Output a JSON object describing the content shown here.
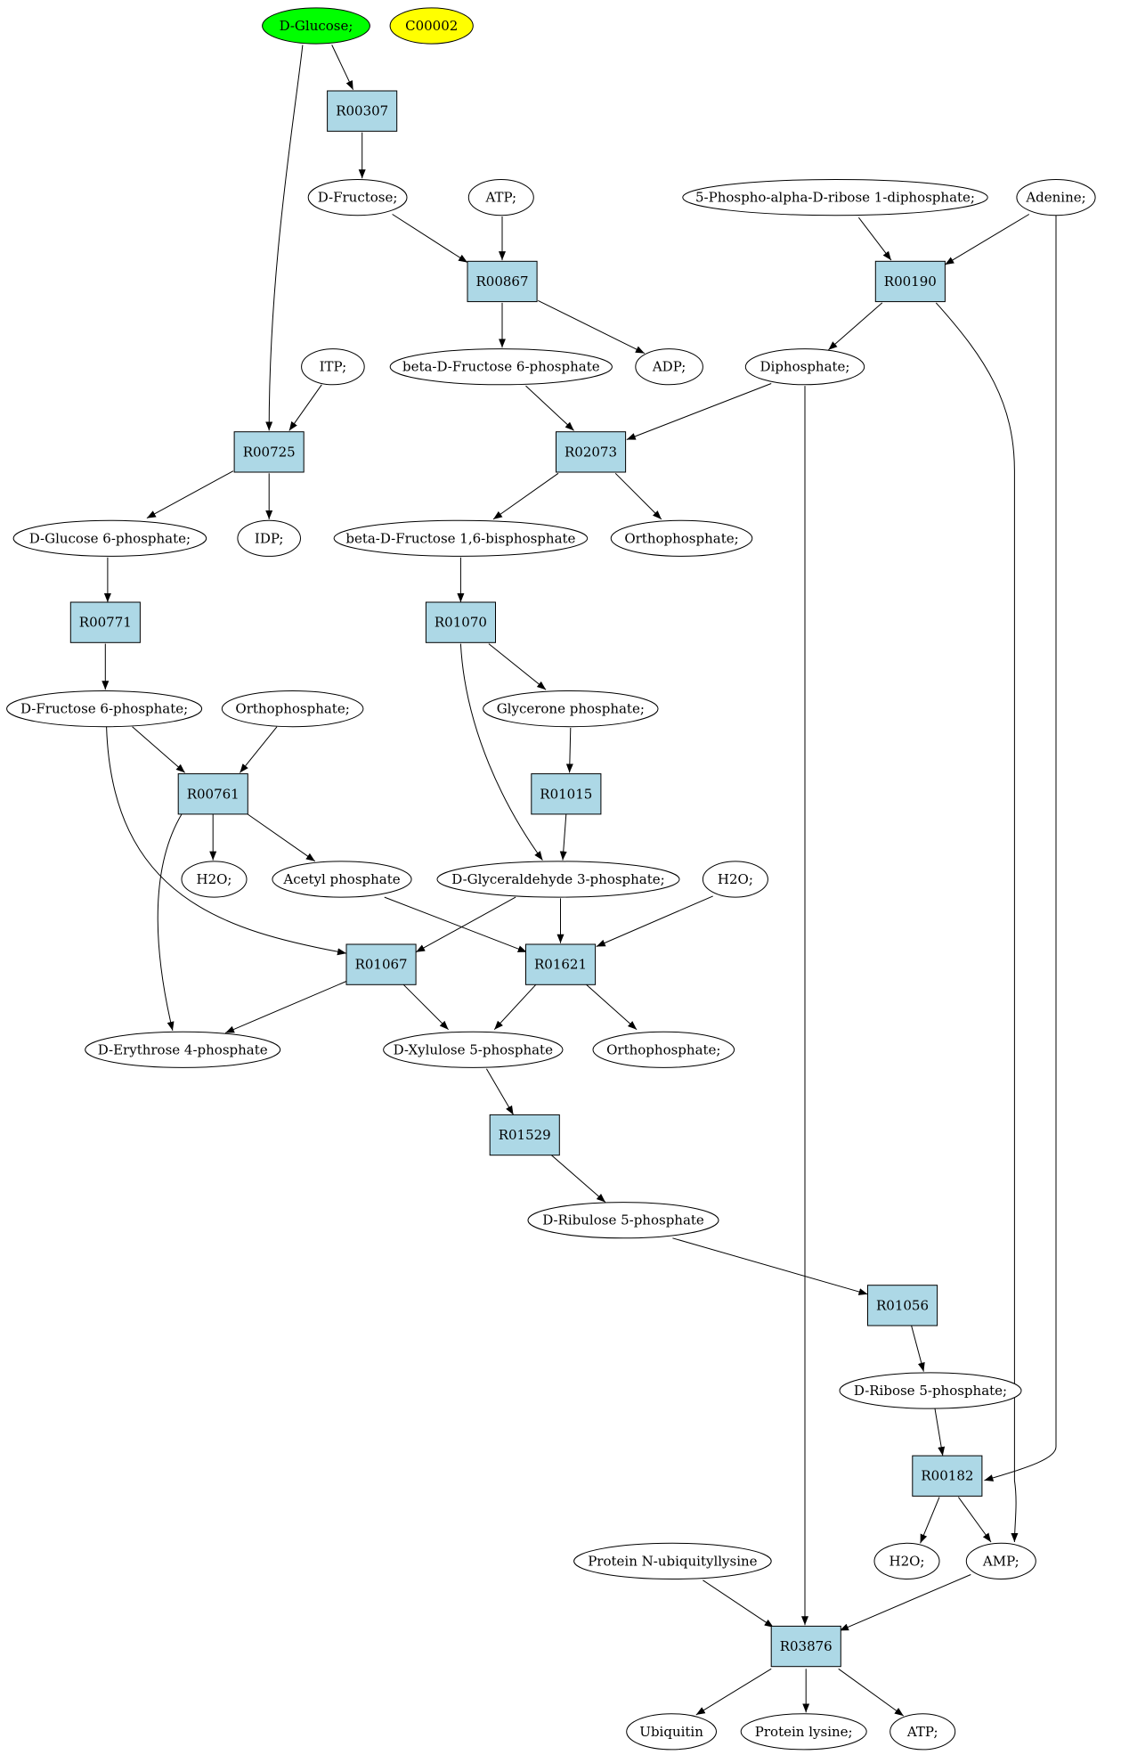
{
  "colors": {
    "background": "#ffffff",
    "reaction_fill": "#add8e6",
    "start_fill": "#00ff00",
    "marker_fill": "#ffff00",
    "compound_fill": "#ffffff",
    "stroke": "#000000"
  },
  "nodes": [
    {
      "id": "n_dglucose",
      "kind": "compound",
      "label": "D-Glucose;",
      "fill": "#00ff00"
    },
    {
      "id": "n_c00002",
      "kind": "compound",
      "label": "C00002",
      "fill": "#ffff00"
    },
    {
      "id": "n_r00307",
      "kind": "reaction",
      "label": "R00307"
    },
    {
      "id": "n_dfructose",
      "kind": "compound",
      "label": "D-Fructose;"
    },
    {
      "id": "n_atp1",
      "kind": "compound",
      "label": "ATP;"
    },
    {
      "id": "n_prpp",
      "kind": "compound",
      "label": "5-Phospho-alpha-D-ribose 1-diphosphate;"
    },
    {
      "id": "n_adenine",
      "kind": "compound",
      "label": "Adenine;"
    },
    {
      "id": "n_r00867",
      "kind": "reaction",
      "label": "R00867"
    },
    {
      "id": "n_r00190",
      "kind": "reaction",
      "label": "R00190"
    },
    {
      "id": "n_itp",
      "kind": "compound",
      "label": "ITP;"
    },
    {
      "id": "n_bdf6p",
      "kind": "compound",
      "label": "beta-D-Fructose 6-phosphate"
    },
    {
      "id": "n_adp",
      "kind": "compound",
      "label": "ADP;"
    },
    {
      "id": "n_diphosphate",
      "kind": "compound",
      "label": "Diphosphate;"
    },
    {
      "id": "n_r00725",
      "kind": "reaction",
      "label": "R00725"
    },
    {
      "id": "n_r02073",
      "kind": "reaction",
      "label": "R02073"
    },
    {
      "id": "n_dg6p",
      "kind": "compound",
      "label": "D-Glucose 6-phosphate;"
    },
    {
      "id": "n_idp",
      "kind": "compound",
      "label": "IDP;"
    },
    {
      "id": "n_bdf16bp",
      "kind": "compound",
      "label": "beta-D-Fructose 1,6-bisphosphate"
    },
    {
      "id": "n_orthophosphate1",
      "kind": "compound",
      "label": "Orthophosphate;"
    },
    {
      "id": "n_r00771",
      "kind": "reaction",
      "label": "R00771"
    },
    {
      "id": "n_r01070",
      "kind": "reaction",
      "label": "R01070"
    },
    {
      "id": "n_df6p",
      "kind": "compound",
      "label": "D-Fructose 6-phosphate;"
    },
    {
      "id": "n_orthophosphate2",
      "kind": "compound",
      "label": "Orthophosphate;"
    },
    {
      "id": "n_glycerone",
      "kind": "compound",
      "label": "Glycerone phosphate;"
    },
    {
      "id": "n_r00761",
      "kind": "reaction",
      "label": "R00761"
    },
    {
      "id": "n_r01015",
      "kind": "reaction",
      "label": "R01015"
    },
    {
      "id": "n_h2o1",
      "kind": "compound",
      "label": "H2O;"
    },
    {
      "id": "n_acetylp",
      "kind": "compound",
      "label": "Acetyl phosphate"
    },
    {
      "id": "n_dg3p",
      "kind": "compound",
      "label": "D-Glyceraldehyde 3-phosphate;"
    },
    {
      "id": "n_h2o2",
      "kind": "compound",
      "label": "H2O;"
    },
    {
      "id": "n_r01067",
      "kind": "reaction",
      "label": "R01067"
    },
    {
      "id": "n_r01621",
      "kind": "reaction",
      "label": "R01621"
    },
    {
      "id": "n_de4p",
      "kind": "compound",
      "label": "D-Erythrose 4-phosphate"
    },
    {
      "id": "n_dx5p",
      "kind": "compound",
      "label": "D-Xylulose 5-phosphate"
    },
    {
      "id": "n_orthophosphate3",
      "kind": "compound",
      "label": "Orthophosphate;"
    },
    {
      "id": "n_r01529",
      "kind": "reaction",
      "label": "R01529"
    },
    {
      "id": "n_dribu5p",
      "kind": "compound",
      "label": "D-Ribulose 5-phosphate"
    },
    {
      "id": "n_r01056",
      "kind": "reaction",
      "label": "R01056"
    },
    {
      "id": "n_dr5p",
      "kind": "compound",
      "label": "D-Ribose 5-phosphate;"
    },
    {
      "id": "n_r00182",
      "kind": "reaction",
      "label": "R00182"
    },
    {
      "id": "n_protnub",
      "kind": "compound",
      "label": "Protein N-ubiquityllysine"
    },
    {
      "id": "n_h2o3",
      "kind": "compound",
      "label": "H2O;"
    },
    {
      "id": "n_amp",
      "kind": "compound",
      "label": "AMP;"
    },
    {
      "id": "n_r03876",
      "kind": "reaction",
      "label": "R03876"
    },
    {
      "id": "n_ubiquitin",
      "kind": "compound",
      "label": "Ubiquitin"
    },
    {
      "id": "n_protlys",
      "kind": "compound",
      "label": "Protein lysine;"
    },
    {
      "id": "n_atp2",
      "kind": "compound",
      "label": "ATP;"
    }
  ],
  "edges": [
    {
      "from": "D-Glucose;",
      "to": "R00307"
    },
    {
      "from": "D-Glucose;",
      "to": "R00725"
    },
    {
      "from": "R00307",
      "to": "D-Fructose;"
    },
    {
      "from": "D-Fructose;",
      "to": "R00867"
    },
    {
      "from": "ATP;",
      "to": "R00867"
    },
    {
      "from": "R00867",
      "to": "beta-D-Fructose 6-phosphate"
    },
    {
      "from": "R00867",
      "to": "ADP;"
    },
    {
      "from": "5-Phospho-alpha-D-ribose 1-diphosphate;",
      "to": "R00190"
    },
    {
      "from": "Adenine;",
      "to": "R00190"
    },
    {
      "from": "Adenine;",
      "to": "R00182"
    },
    {
      "from": "R00190",
      "to": "Diphosphate;"
    },
    {
      "from": "R00190",
      "to": "AMP;"
    },
    {
      "from": "Diphosphate;",
      "to": "R02073"
    },
    {
      "from": "Diphosphate;",
      "to": "R03876"
    },
    {
      "from": "ITP;",
      "to": "R00725"
    },
    {
      "from": "R00725",
      "to": "D-Glucose 6-phosphate;"
    },
    {
      "from": "R00725",
      "to": "IDP;"
    },
    {
      "from": "beta-D-Fructose 6-phosphate",
      "to": "R02073"
    },
    {
      "from": "R02073",
      "to": "beta-D-Fructose 1,6-bisphosphate"
    },
    {
      "from": "R02073",
      "to": "Orthophosphate;"
    },
    {
      "from": "D-Glucose 6-phosphate;",
      "to": "R00771"
    },
    {
      "from": "R00771",
      "to": "D-Fructose 6-phosphate;"
    },
    {
      "from": "beta-D-Fructose 1,6-bisphosphate",
      "to": "R01070"
    },
    {
      "from": "R01070",
      "to": "Glycerone phosphate;"
    },
    {
      "from": "R01070",
      "to": "D-Glyceraldehyde 3-phosphate;"
    },
    {
      "from": "D-Fructose 6-phosphate;",
      "to": "R00761"
    },
    {
      "from": "D-Fructose 6-phosphate;",
      "to": "R01067"
    },
    {
      "from": "Orthophosphate;",
      "to": "R00761"
    },
    {
      "from": "Glycerone phosphate;",
      "to": "R01015"
    },
    {
      "from": "R01015",
      "to": "D-Glyceraldehyde 3-phosphate;"
    },
    {
      "from": "R00761",
      "to": "H2O;"
    },
    {
      "from": "R00761",
      "to": "Acetyl phosphate"
    },
    {
      "from": "R00761",
      "to": "D-Erythrose 4-phosphate"
    },
    {
      "from": "Acetyl phosphate",
      "to": "R01621"
    },
    {
      "from": "D-Glyceraldehyde 3-phosphate;",
      "to": "R01067"
    },
    {
      "from": "D-Glyceraldehyde 3-phosphate;",
      "to": "R01621"
    },
    {
      "from": "H2O;",
      "to": "R01621"
    },
    {
      "from": "R01067",
      "to": "D-Erythrose 4-phosphate"
    },
    {
      "from": "R01067",
      "to": "D-Xylulose 5-phosphate"
    },
    {
      "from": "R01621",
      "to": "D-Xylulose 5-phosphate"
    },
    {
      "from": "R01621",
      "to": "Orthophosphate;"
    },
    {
      "from": "D-Xylulose 5-phosphate",
      "to": "R01529"
    },
    {
      "from": "R01529",
      "to": "D-Ribulose 5-phosphate"
    },
    {
      "from": "D-Ribulose 5-phosphate",
      "to": "R01056"
    },
    {
      "from": "R01056",
      "to": "D-Ribose 5-phosphate;"
    },
    {
      "from": "D-Ribose 5-phosphate;",
      "to": "R00182"
    },
    {
      "from": "R00182",
      "to": "H2O;"
    },
    {
      "from": "R00182",
      "to": "AMP;"
    },
    {
      "from": "Protein N-ubiquityllysine",
      "to": "R03876"
    },
    {
      "from": "AMP;",
      "to": "R03876"
    },
    {
      "from": "R03876",
      "to": "Ubiquitin"
    },
    {
      "from": "R03876",
      "to": "Protein lysine;"
    },
    {
      "from": "R03876",
      "to": "ATP;"
    }
  ]
}
